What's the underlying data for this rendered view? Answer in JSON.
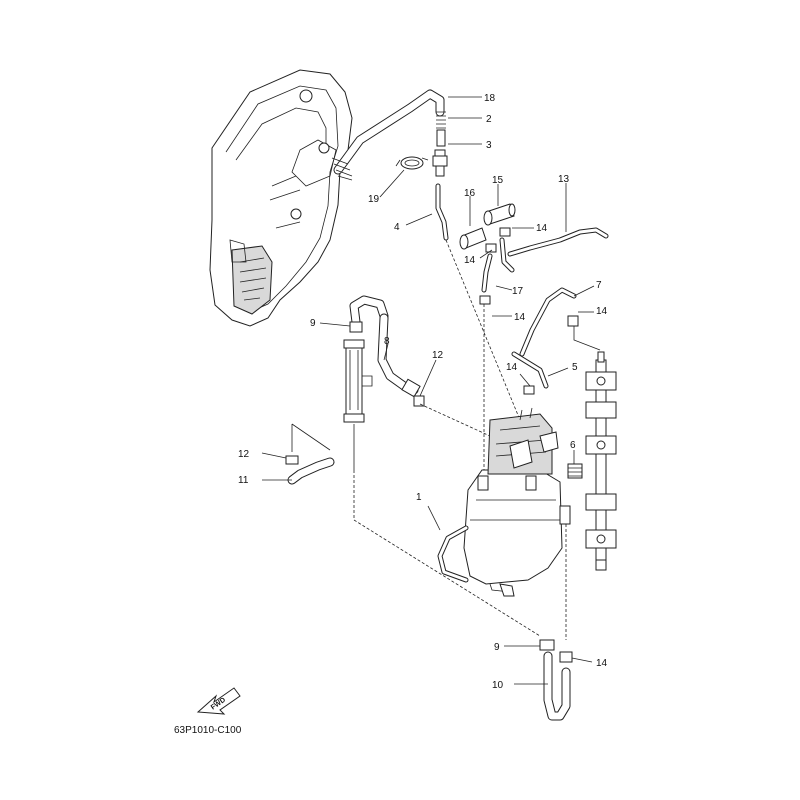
{
  "diagram": {
    "code": "63P1010-C100",
    "fwd_label": "FWD",
    "callouts": {
      "c1": "1",
      "c2": "2",
      "c3": "3",
      "c4": "4",
      "c5": "5",
      "c6": "6",
      "c7": "7",
      "c8": "8",
      "c9a": "9",
      "c9b": "9",
      "c10": "10",
      "c11": "11",
      "c12a": "12",
      "c12b": "12",
      "c13": "13",
      "c14a": "14",
      "c14b": "14",
      "c14c": "14",
      "c14d": "14",
      "c14e": "14",
      "c14f": "14",
      "c15": "15",
      "c16": "16",
      "c17": "17",
      "c18": "18",
      "c19": "19"
    }
  }
}
